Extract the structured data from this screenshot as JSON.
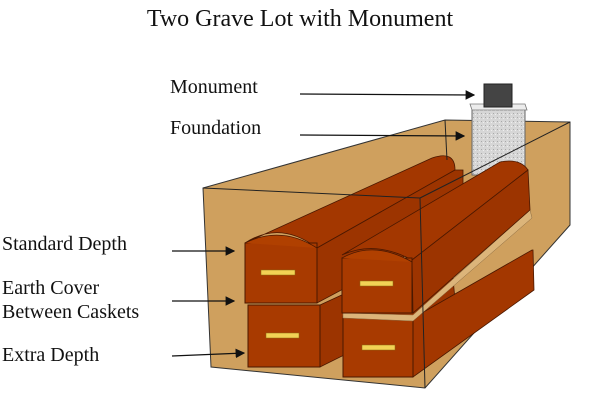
{
  "title": "Two Grave Lot with Monument",
  "labels": {
    "monument": "Monument",
    "foundation": "Foundation",
    "standard_depth": "Standard Depth",
    "earth_cover_line1": "Earth Cover",
    "earth_cover_line2": "Between Caskets",
    "extra_depth": "Extra Depth"
  },
  "colors": {
    "earth": "#cfa05e",
    "casket": "#a83a00",
    "handle": "#f2d255",
    "foundation": "#d4d4d4",
    "monument": "#444444"
  }
}
